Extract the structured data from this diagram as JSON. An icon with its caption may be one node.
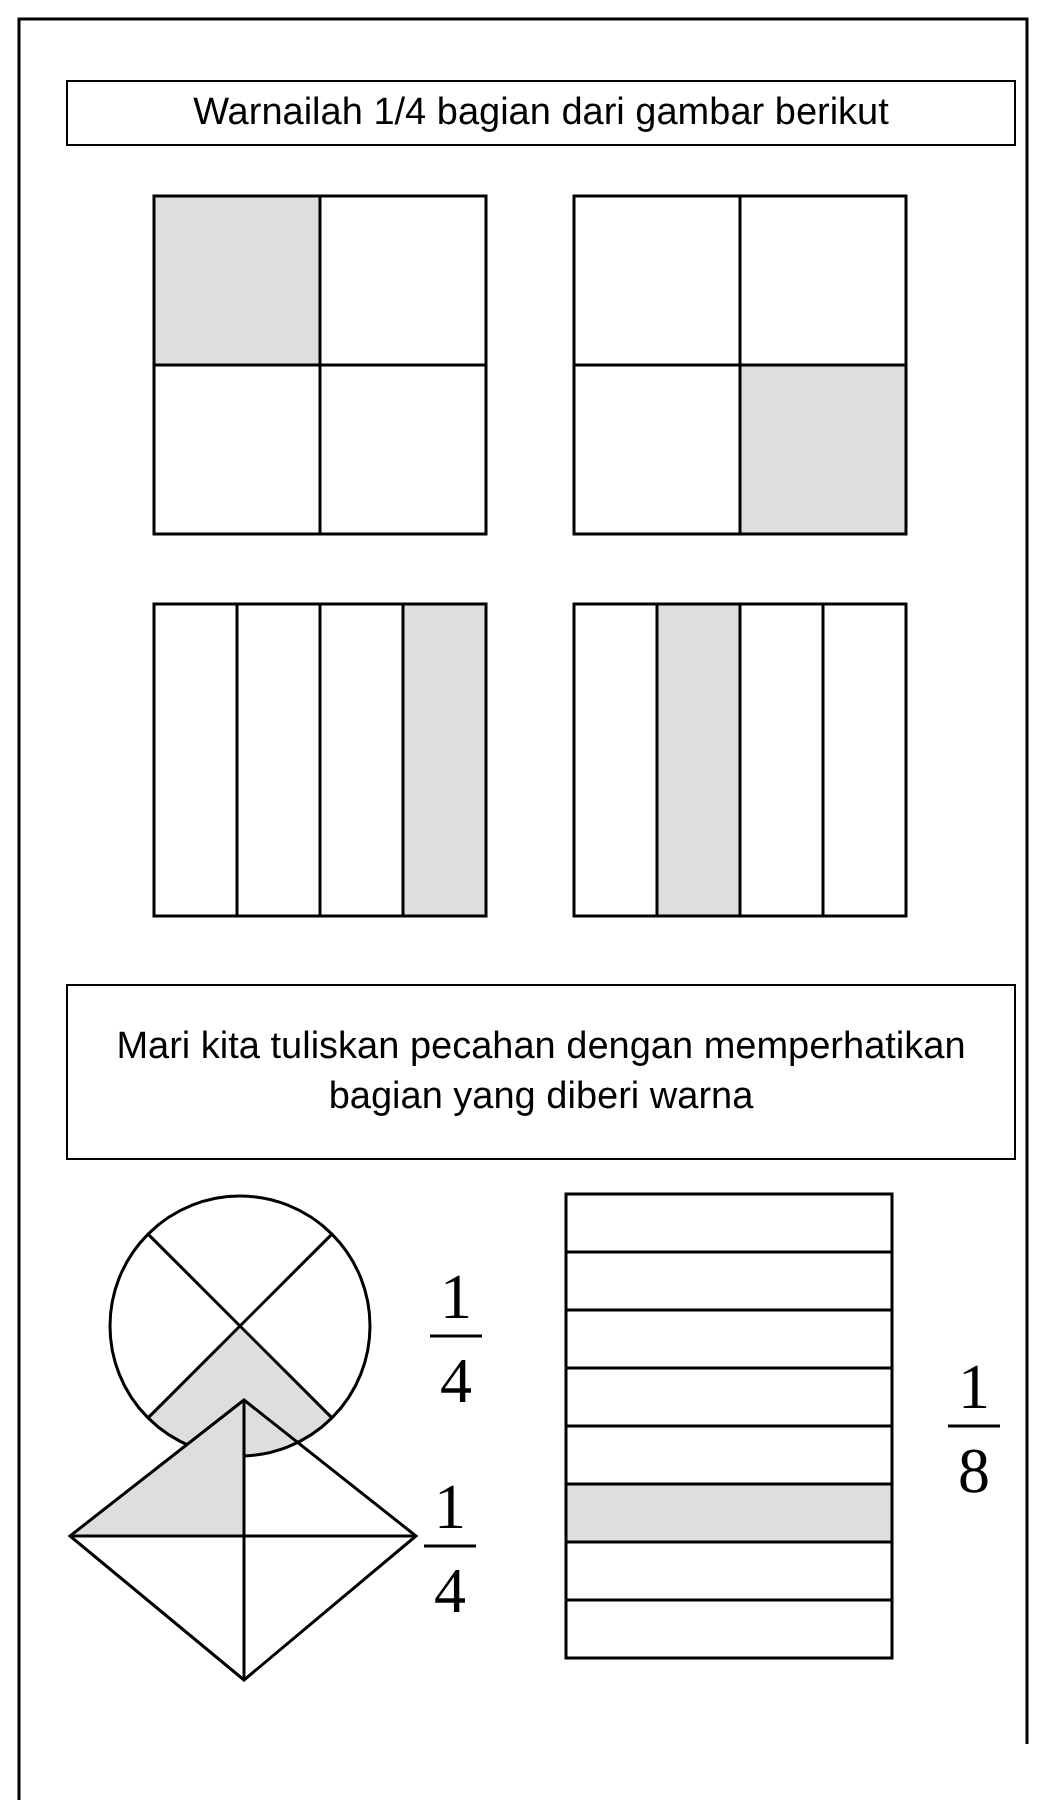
{
  "diagram": {
    "nodes": [
      {
        "text": [
          "Warnailah 1/4 bagian dari gambar berikut"
        ]
      },
      {
        "text": [
          "Mari kita tuliskan pecahan dengan memperhatikan bagian yang diberi warna"
        ]
      }
    ],
    "labels": [
      "1",
      "4",
      "1",
      "8",
      "1",
      "4"
    ]
  }
}
